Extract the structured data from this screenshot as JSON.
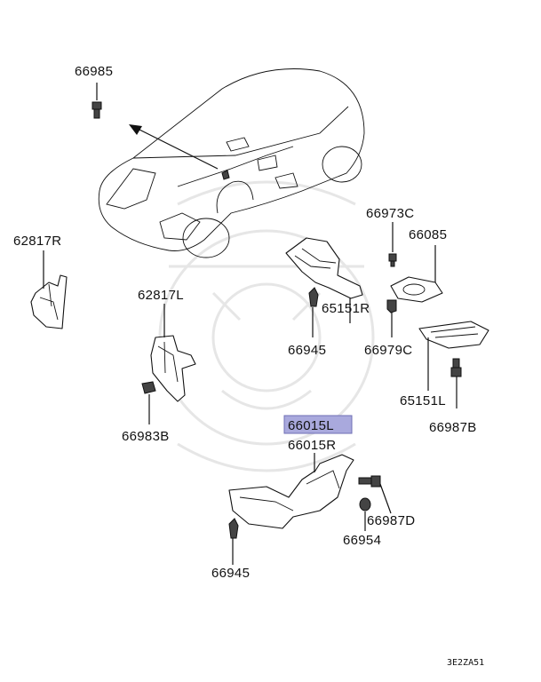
{
  "highlight_color": "#a9a9dd",
  "labels": {
    "p66985": "66985",
    "p62817R": "62817R",
    "p62817L": "62817L",
    "p66983B": "66983B",
    "p66973C": "66973C",
    "p66085": "66085",
    "p66945a": "66945",
    "p65151R": "65151R",
    "p66979C": "66979C",
    "p65151L": "65151L",
    "p66987B": "66987B",
    "p66015L": "66015L",
    "p66015R": "66015R",
    "p66987D": "66987D",
    "p66954": "66954",
    "p66945b": "66945"
  },
  "diagram_code": "3E2ZA51"
}
